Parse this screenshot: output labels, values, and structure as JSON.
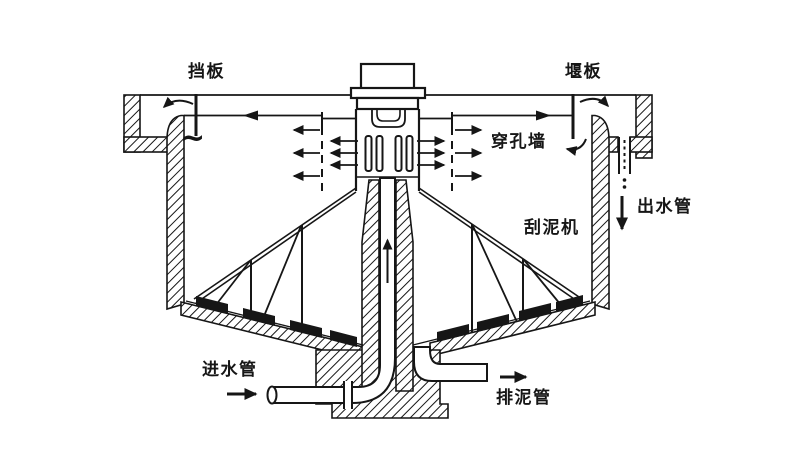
{
  "meta": {
    "description_visible_text_only": true,
    "background": "#ffffff",
    "ink": "#161616"
  },
  "labels": {
    "baffle": "挡板",
    "weir_plate": "堰板",
    "perforated_wall": "穿孔墙",
    "sludge_scraper": "刮泥机",
    "outlet_pipe": "出水管",
    "inlet_pipe": "进水管",
    "sludge_discharge_pipe": "排泥管",
    "water_surface_mark": "~"
  }
}
